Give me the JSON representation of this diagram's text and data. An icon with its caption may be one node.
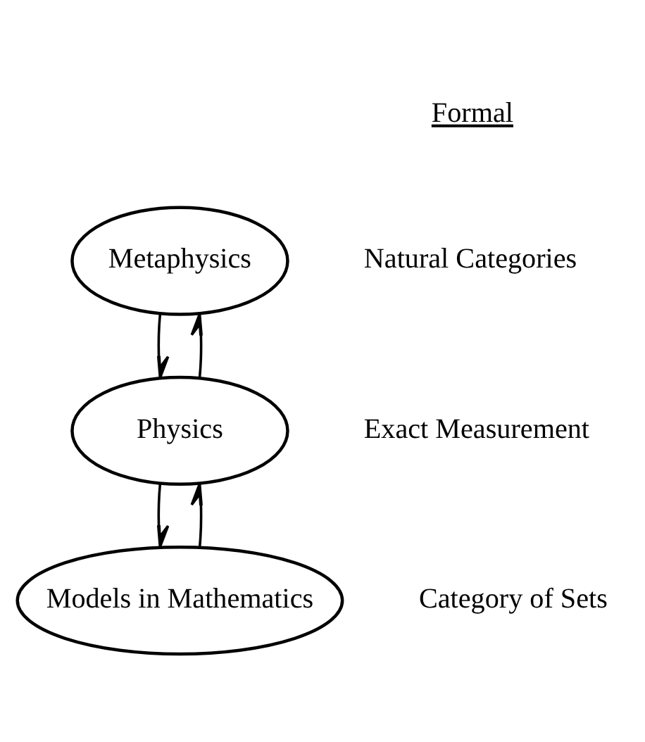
{
  "diagram": {
    "nodes": [
      {
        "text": [
          "Metaphysics"
        ],
        "beside": [
          "Natural Categories"
        ]
      },
      {
        "text": [
          "Physics"
        ],
        "beside": [
          "Exact Measurement"
        ]
      },
      {
        "text": [
          "Models in Mathematics"
        ],
        "beside": [
          "Category of Sets"
        ]
      }
    ],
    "edges": [
      {
        "from": 1,
        "to": 0,
        "arrow": "to"
      },
      {
        "from": 0,
        "to": 1,
        "arrow": "to"
      },
      {
        "from": 2,
        "to": 1,
        "arrow": "to"
      },
      {
        "from": 1,
        "to": 2,
        "arrow": "to"
      }
    ],
    "labels": [
      "Formal"
    ]
  }
}
